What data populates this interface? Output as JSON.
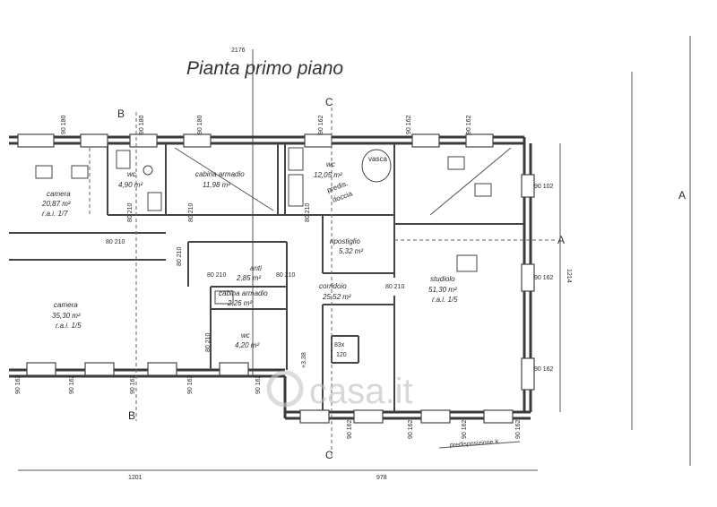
{
  "title": "Pianta primo piano",
  "top_dimension": "2176",
  "bottom_dimensions": [
    "1201",
    "978"
  ],
  "right_dimension": "1214",
  "section_markers": {
    "b_top": "B",
    "b_bottom": "B",
    "c_top": "C",
    "c_bottom": "C",
    "a_right_inner": "A",
    "a_right_outer": "A"
  },
  "rooms": {
    "wc_left": {
      "name": "wc",
      "area": "4,90 m²"
    },
    "cabina_armadio_top": {
      "name": "cabina armadio",
      "area": "11,98 m²"
    },
    "wc_center": {
      "name": "wc",
      "area": "12,05 m²"
    },
    "camera_left": {
      "name": "camera",
      "area": "20,87 m²",
      "ral": "r.a.i. 1/7"
    },
    "ripostiglio": {
      "name": "ripostiglio",
      "area": "5,32 m²"
    },
    "anti": {
      "name": "anti",
      "area": "2,85 m²"
    },
    "cabina_armadio_mid": {
      "name": "cabina armadio",
      "area": "2,26 m²"
    },
    "camera_big": {
      "name": "camera",
      "area": "35,30 m²",
      "ral": "r.a.i. 1/5"
    },
    "corridoio": {
      "name": "corridoio",
      "area": "25,52 m²"
    },
    "studiolo": {
      "name": "studiolo",
      "area": "51,30 m²",
      "ral": "r.a.i. 1/5"
    },
    "wc_small": {
      "name": "wc",
      "area": "4,20 m²"
    }
  },
  "annotations": {
    "predisposizione_k": "predisposizione K",
    "elevation": "+3.38",
    "shaft": [
      "83x",
      "120"
    ],
    "shower_label": [
      "predis.",
      "doccia"
    ],
    "vasca": "vasca"
  },
  "openings": {
    "top": [
      "90 180",
      "90 180",
      "90 180",
      "90 162",
      "90 162",
      "90 162"
    ],
    "door_wc": "80 210",
    "door_cab": "80 210",
    "door_wc2": "80 210",
    "door_camera": "80 210",
    "door_anti_l": "80 210",
    "door_anti_r": "80 210",
    "door_corr": "80 210",
    "door_studio": "80 210",
    "door_wc_small": "80 210",
    "right_top": "90 102",
    "right_mid": "90 162",
    "right_bot": "90 162",
    "bottom": [
      "90 162",
      "90 162",
      "90 162",
      "90 162",
      "90 162",
      "90 162",
      "90 162",
      "90 162",
      "90 162"
    ]
  },
  "watermark": "casa.it"
}
